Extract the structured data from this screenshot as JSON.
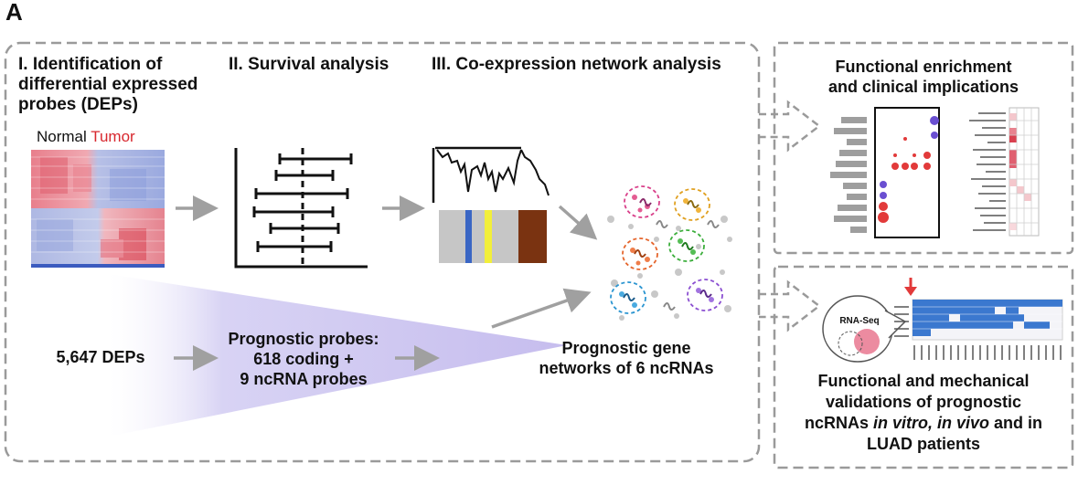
{
  "panel_label": "A",
  "steps": {
    "step1": {
      "title_lines": [
        "I. Identification of",
        "differential expressed",
        "probes (DEPs)"
      ]
    },
    "step2": {
      "title": "II. Survival analysis"
    },
    "step3": {
      "title": "III. Co-expression network analysis"
    }
  },
  "heatmap": {
    "normal_label": "Normal",
    "tumor_label": "Tumor"
  },
  "flow": {
    "deps": "5,647 DEPs",
    "prognostic_lines": [
      "Prognostic probes:",
      "618 coding +",
      "9 ncRNA probes"
    ],
    "networks_lines": [
      "Prognostic gene",
      "networks of 6 ncRNAs"
    ]
  },
  "right_top": {
    "title_lines": [
      "Functional enrichment",
      "and clinical implications"
    ]
  },
  "right_bottom": {
    "rnaseq_label": "RNA-Seq",
    "title_lines": [
      "Functional and mechanical",
      "validations of prognostic"
    ],
    "line3": {
      "pre": "ncRNAs ",
      "em1": "in vitro, in vivo",
      "post": " and in"
    },
    "line4": "LUAD patients"
  },
  "colors": {
    "tumor_red": "#d8282f",
    "dashed_border": "#9a9a9a",
    "arrow_gray": "#a0a0a0",
    "wedge_purple": "#c9c2ee",
    "bar_blue": "#3a66c4",
    "bar_yellow": "#f2ef3a",
    "bar_brown": "#7a3311",
    "grid_blue": "#3b78cf",
    "marker_red": "#e23a3a"
  }
}
